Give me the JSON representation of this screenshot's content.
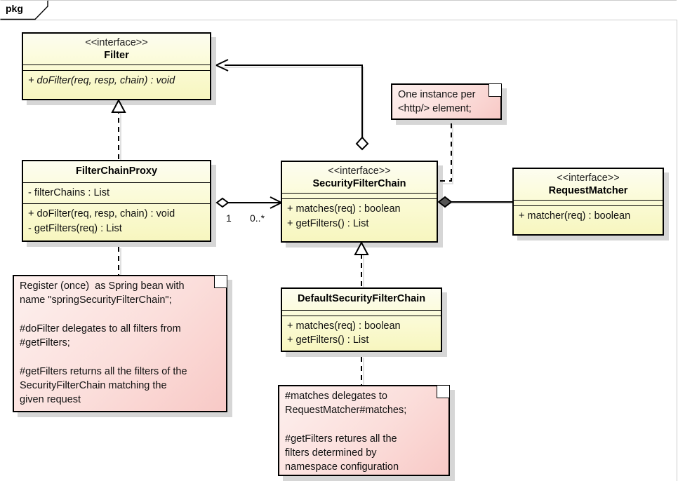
{
  "diagram": {
    "frame_label": "pkg",
    "classes": [
      {
        "id": "filter",
        "stereotype": "<<interface>>",
        "name": "Filter",
        "attributes": [],
        "methods": [
          "+ doFilter(req, resp, chain) : void"
        ]
      },
      {
        "id": "filter-chain-proxy",
        "stereotype": "",
        "name": "FilterChainProxy",
        "attributes": [
          "- filterChains : List"
        ],
        "methods": [
          "+ doFilter(req, resp, chain) : void",
          "- getFilters(req) : List"
        ]
      },
      {
        "id": "security-filter-chain",
        "stereotype": "<<interface>>",
        "name": "SecurityFilterChain",
        "attributes": [],
        "methods": [
          "+ matches(req) : boolean",
          "+ getFilters() : List"
        ]
      },
      {
        "id": "request-matcher",
        "stereotype": "<<interface>>",
        "name": "RequestMatcher",
        "attributes": [],
        "methods": [
          "+ matcher(req) : boolean"
        ]
      },
      {
        "id": "default-security-filter-chain",
        "stereotype": "",
        "name": "DefaultSecurityFilterChain",
        "attributes": [],
        "methods": [
          "+ matches(req) : boolean",
          "+ getFilters() : List"
        ]
      }
    ],
    "notes": [
      {
        "id": "note-http-element",
        "text": "One instance per\n<http/> element;"
      },
      {
        "id": "note-filter-chain-proxy",
        "text": "Register (once)  as Spring bean with\nname \"springSecurityFilterChain\";\n\n#doFilter delegates to all filters from\n#getFilters;\n\n#getFilters returns all the filters of the\nSecurityFilterChain matching the\ngiven request"
      },
      {
        "id": "note-default-security-filter-chain",
        "text": "#matches delegates to\nRequestMatcher#matches;\n\n#getFilters retures all the\nfilters determined by\nnamespace configuration"
      }
    ],
    "multiplicities": [
      {
        "id": "mult-source",
        "label": "1"
      },
      {
        "id": "mult-target",
        "label": "0..*"
      }
    ],
    "colors": {
      "class_fill": "#fbfbd0",
      "note_fill": "#f8cecc",
      "line": "#000000",
      "shadow": "#cfcfcf",
      "frame": "#cccccc"
    }
  }
}
